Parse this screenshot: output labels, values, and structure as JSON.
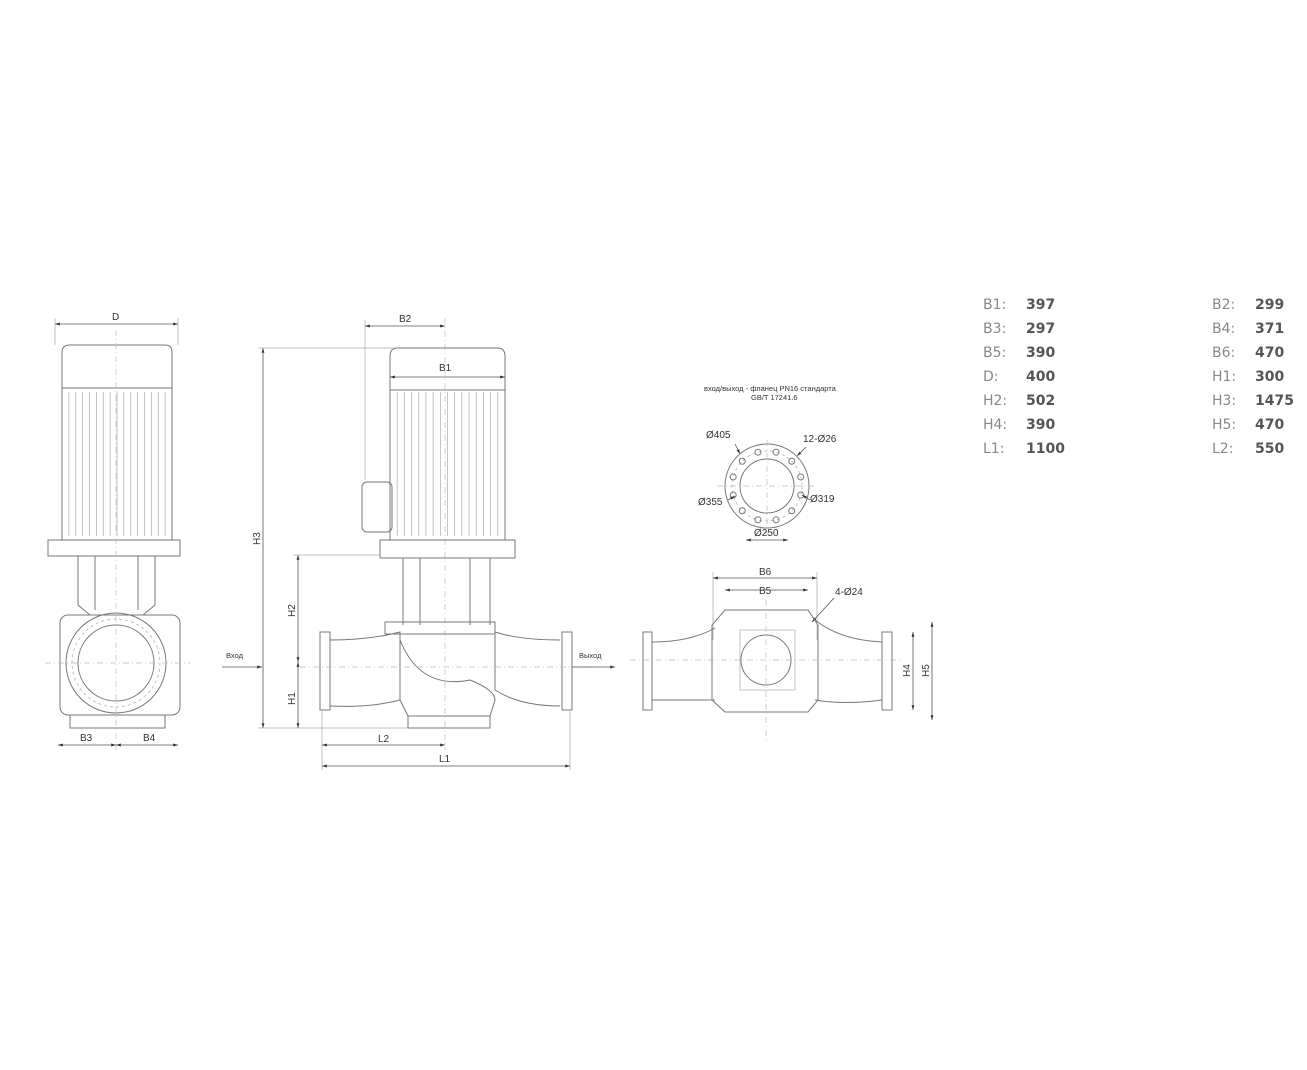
{
  "drawing": {
    "side_view": {
      "D": "D",
      "B3": "B3",
      "B4": "B4"
    },
    "front_view": {
      "B2": "B2",
      "B1": "B1",
      "H3": "H3",
      "H2": "H2",
      "H1": "H1",
      "L2": "L2",
      "L1": "L1",
      "inlet": "Вход",
      "outlet": "Выход"
    },
    "flange": {
      "note_line1": "вход/выход -  фланец PN16 стандарта",
      "note_line2": "GB/T 17241.6",
      "d405": "Ø405",
      "holes": "12-Ø26",
      "d355": "Ø355",
      "d319": "Ø319",
      "d250": "Ø250"
    },
    "top_view": {
      "B6": "B6",
      "B5": "B5",
      "holes": "4-Ø24",
      "H4": "H4",
      "H5": "H5"
    }
  },
  "specs": [
    {
      "key": "B1:",
      "value": "397"
    },
    {
      "key": "B2:",
      "value": "299"
    },
    {
      "key": "B3:",
      "value": "297"
    },
    {
      "key": "B4:",
      "value": "371"
    },
    {
      "key": "B5:",
      "value": "390"
    },
    {
      "key": "B6:",
      "value": "470"
    },
    {
      "key": "D:",
      "value": "400"
    },
    {
      "key": "H1:",
      "value": "300"
    },
    {
      "key": "H2:",
      "value": "502"
    },
    {
      "key": "H3:",
      "value": "1475"
    },
    {
      "key": "H4:",
      "value": "390"
    },
    {
      "key": "H5:",
      "value": "470"
    },
    {
      "key": "L1:",
      "value": "1100"
    },
    {
      "key": "L2:",
      "value": "550"
    }
  ]
}
